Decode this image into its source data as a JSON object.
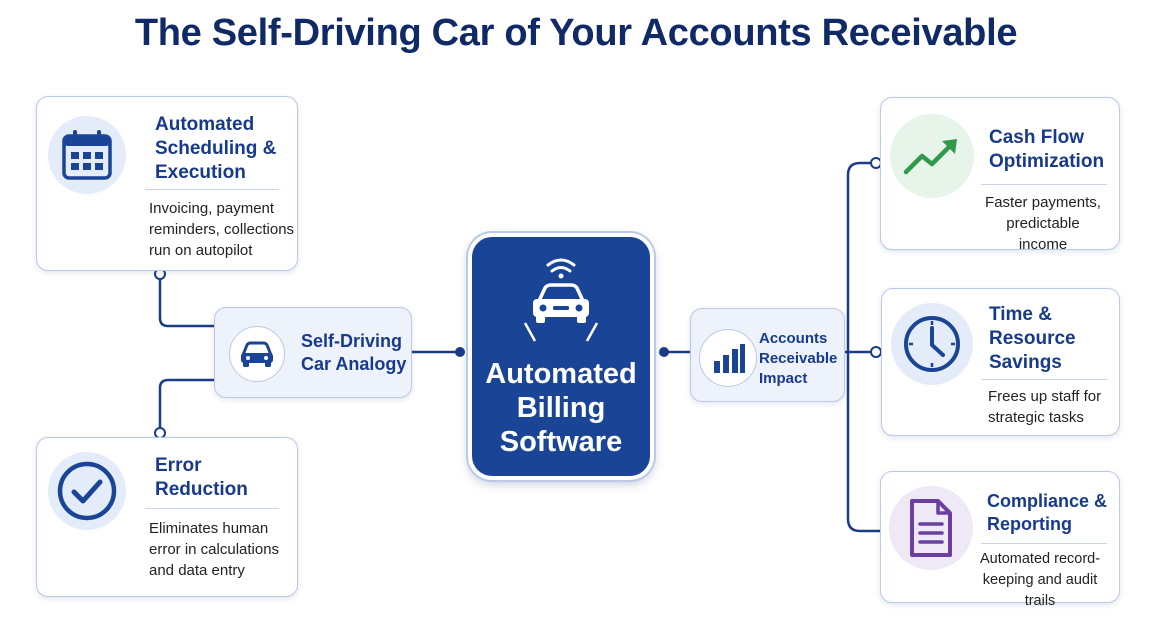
{
  "title": "The Self-Driving Car of Your Accounts Receivable",
  "center": {
    "title": "Automated\nBilling\nSoftware",
    "icon": "car-wifi-icon"
  },
  "analogy": {
    "label": "Self-Driving\nCar Analogy",
    "icon": "car-icon"
  },
  "impact": {
    "label": "Accounts\nReceivable\nImpact",
    "icon": "bar-chart-icon"
  },
  "left_cards": [
    {
      "title": "Automated\nScheduling &\nExecution",
      "desc": "Invoicing, payment\nreminders, collections\nrun on autopilot",
      "icon": "calendar-icon"
    },
    {
      "title": "Error\nReduction",
      "desc": "Eliminates human\nerror in calculations\nand data entry",
      "icon": "checkmark-icon"
    }
  ],
  "right_cards": [
    {
      "title": "Cash Flow\nOptimization",
      "desc": "Faster payments,\npredictable income",
      "icon": "trend-up-icon"
    },
    {
      "title": "Time &\nResource\nSavings",
      "desc": "Frees up staff for\nstrategic tasks",
      "icon": "clock-icon"
    },
    {
      "title": "Compliance &\nReporting",
      "desc": "Automated record-\nkeeping and audit trails",
      "icon": "document-icon"
    }
  ],
  "colors": {
    "navy": "#1a4597",
    "title": "#0f2a66",
    "green": "#2f9a4a",
    "purple": "#6a3fa0"
  }
}
